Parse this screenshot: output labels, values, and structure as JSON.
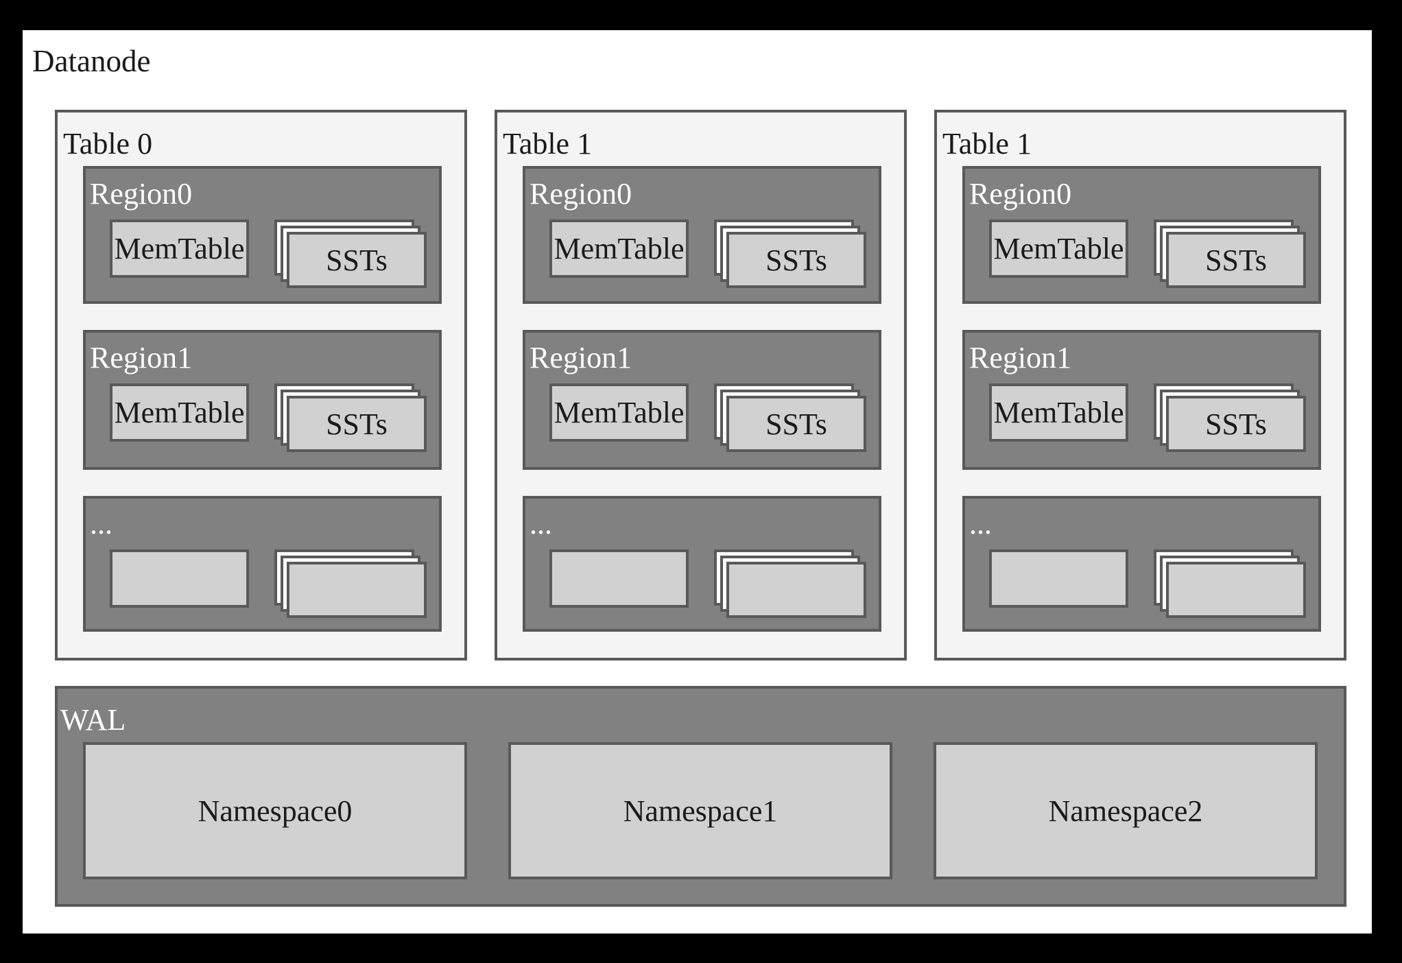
{
  "title": "Datanode",
  "colors": {
    "frame": "#000000",
    "canvas": "#ffffff",
    "table_fill": "#f4f4f4",
    "region_fill": "#818181",
    "box_fill": "#d1d1d1",
    "sheet_fill": "#fcfcfc",
    "border": "#595959",
    "dark_text": "#1a1a1a",
    "light_text": "#ffffff"
  },
  "tables": [
    {
      "label": "Table 0",
      "regions": [
        {
          "label": "Region0",
          "memtable": "MemTable",
          "ssts": "SSTs"
        },
        {
          "label": "Region1",
          "memtable": "MemTable",
          "ssts": "SSTs"
        },
        {
          "label": "...",
          "memtable": "",
          "ssts": ""
        }
      ]
    },
    {
      "label": "Table 1",
      "regions": [
        {
          "label": "Region0",
          "memtable": "MemTable",
          "ssts": "SSTs"
        },
        {
          "label": "Region1",
          "memtable": "MemTable",
          "ssts": "SSTs"
        },
        {
          "label": "...",
          "memtable": "",
          "ssts": ""
        }
      ]
    },
    {
      "label": "Table 1",
      "regions": [
        {
          "label": "Region0",
          "memtable": "MemTable",
          "ssts": "SSTs"
        },
        {
          "label": "Region1",
          "memtable": "MemTable",
          "ssts": "SSTs"
        },
        {
          "label": "...",
          "memtable": "",
          "ssts": ""
        }
      ]
    }
  ],
  "wal": {
    "label": "WAL",
    "namespaces": [
      {
        "label": "Namespace0"
      },
      {
        "label": "Namespace1"
      },
      {
        "label": "Namespace2"
      }
    ]
  }
}
